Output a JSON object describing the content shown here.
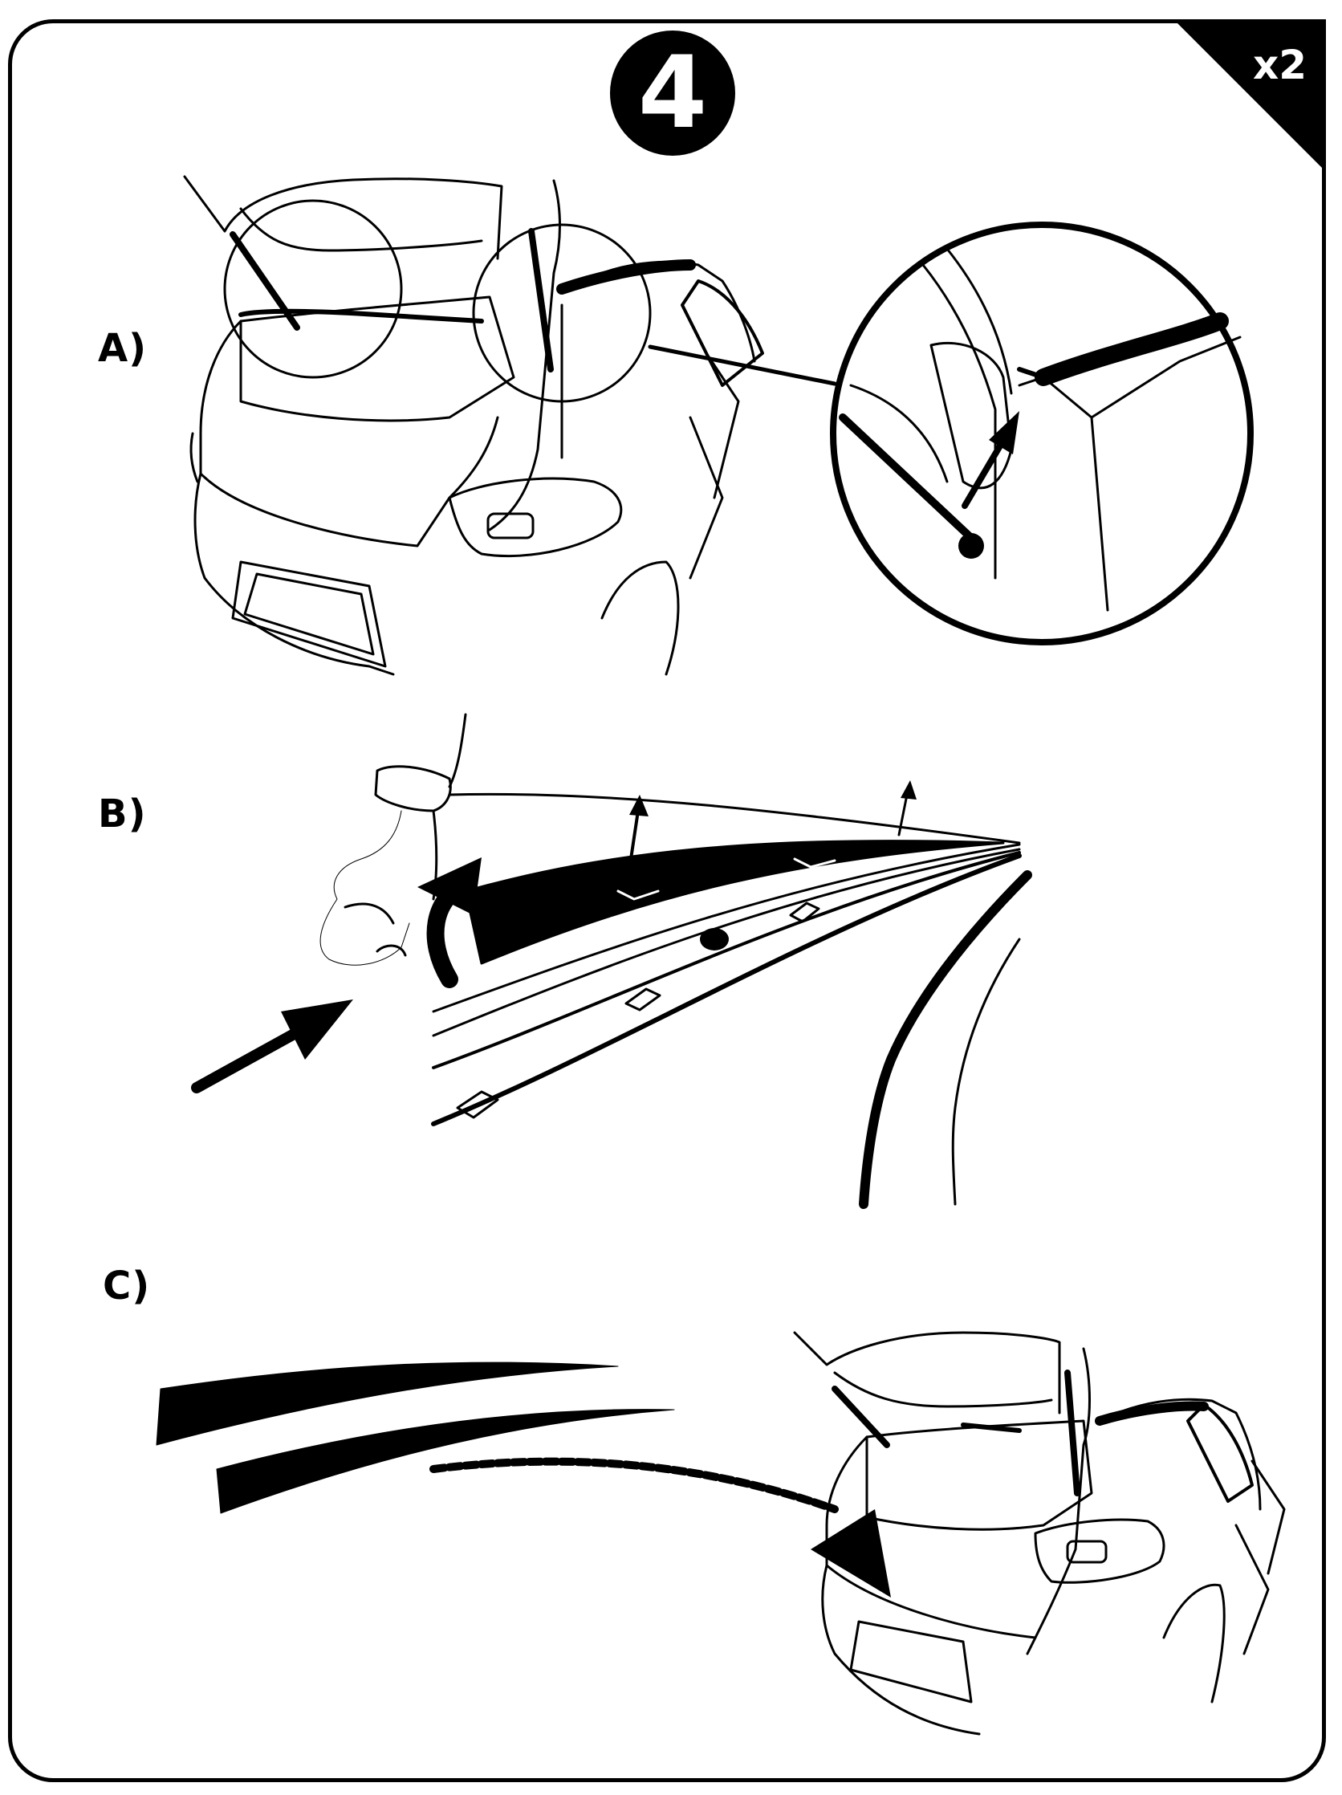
{
  "step": {
    "number": "4",
    "quantity": "x2"
  },
  "sections": {
    "a_label": "A)",
    "b_label": "B)",
    "c_label": "C)"
  },
  "colors": {
    "ink": "#000000",
    "paper": "#ffffff"
  },
  "icons": {
    "step_badge": "black-circle",
    "quantity_badge": "corner-triangle"
  }
}
